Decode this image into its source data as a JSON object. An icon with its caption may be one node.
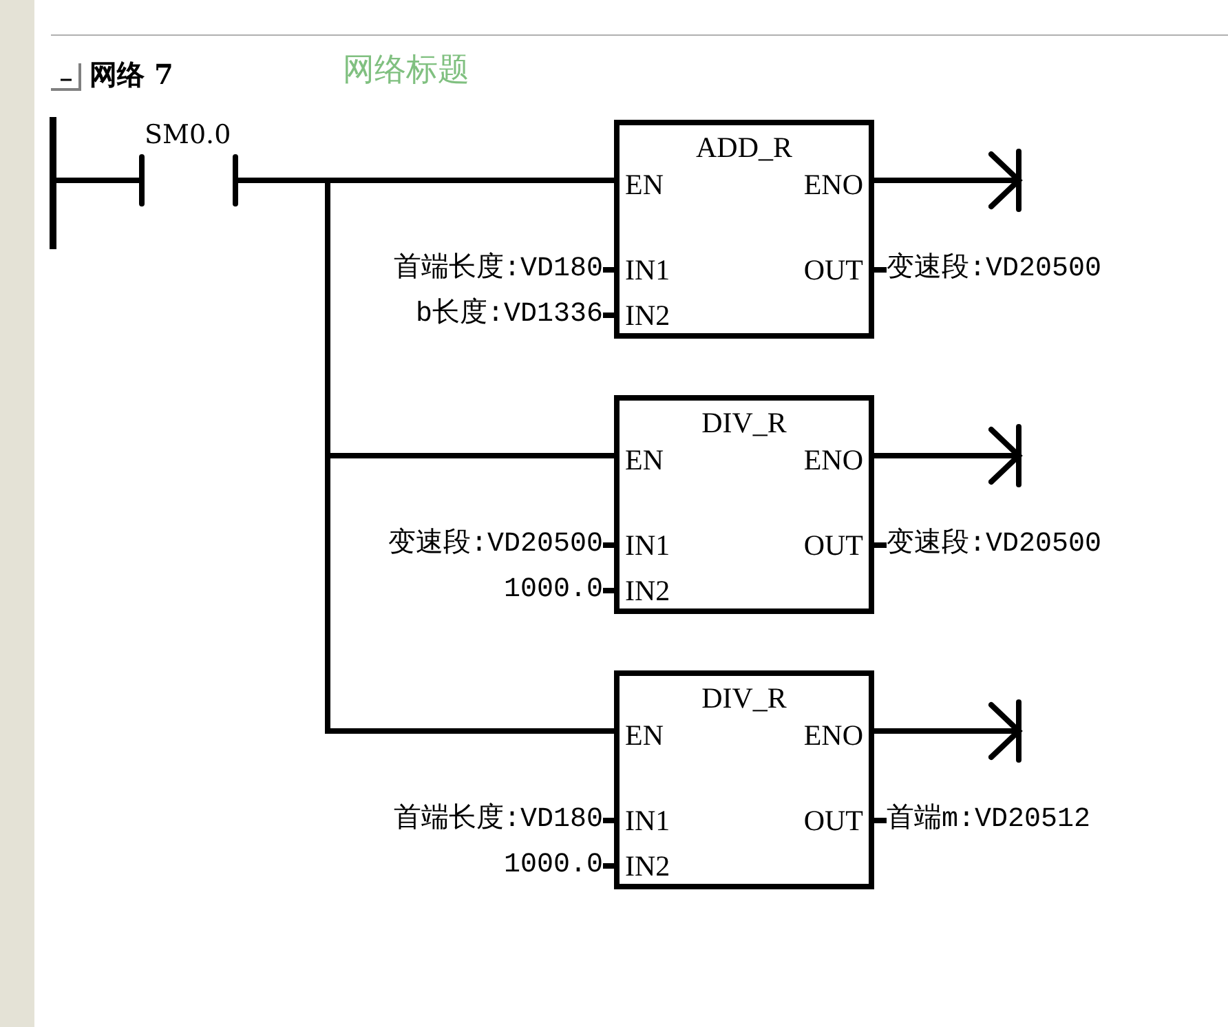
{
  "diagram": {
    "nodes": [
      {
        "text": [],
        "shape": "bar"
      },
      {
        "text": [
          "SM0.0"
        ]
      },
      {
        "text": [
          "ADD_R",
          "EN",
          "ENO",
          "IN1",
          "IN2",
          "OUT"
        ]
      },
      {
        "text": [
          "首端长度:VD180"
        ]
      },
      {
        "text": [
          "b长度:VD1336"
        ]
      },
      {
        "text": [
          "变速段:VD20500"
        ]
      },
      {
        "text": [
          "DIV_R",
          "EN",
          "ENO",
          "IN1",
          "IN2",
          "OUT"
        ]
      },
      {
        "text": [
          "变速段:VD20500"
        ]
      },
      {
        "text": [
          "1000.0"
        ]
      },
      {
        "text": [
          "变速段:VD20500"
        ]
      },
      {
        "text": [
          "DIV_R",
          "EN",
          "ENO",
          "IN1",
          "IN2",
          "OUT"
        ]
      },
      {
        "text": [
          "首端长度:VD180"
        ]
      },
      {
        "text": [
          "1000.0"
        ]
      },
      {
        "text": [
          "首端m:VD20512"
        ]
      }
    ],
    "edges": [
      {
        "from": 0,
        "to": 1,
        "arrow": "none"
      },
      {
        "from": 1,
        "to": 2,
        "arrow": "none"
      },
      {
        "from": 1,
        "to": 6,
        "arrow": "none"
      },
      {
        "from": 1,
        "to": 10,
        "arrow": "none"
      },
      {
        "from": 2,
        "to": null,
        "arrow": "to"
      },
      {
        "from": 3,
        "to": 2,
        "arrow": "none"
      },
      {
        "from": 4,
        "to": 2,
        "arrow": "none"
      },
      {
        "from": 2,
        "to": 5,
        "arrow": "none"
      },
      {
        "from": 6,
        "to": null,
        "arrow": "to"
      },
      {
        "from": 7,
        "to": 6,
        "arrow": "none"
      },
      {
        "from": 8,
        "to": 6,
        "arrow": "none"
      },
      {
        "from": 6,
        "to": 9,
        "arrow": "none"
      },
      {
        "from": 10,
        "to": null,
        "arrow": "to"
      },
      {
        "from": 11,
        "to": 10,
        "arrow": "none"
      },
      {
        "from": 12,
        "to": 10,
        "arrow": "none"
      },
      {
        "from": 10,
        "to": 13,
        "arrow": "none"
      }
    ],
    "labels": [
      "网络 7",
      "网络标题"
    ]
  }
}
